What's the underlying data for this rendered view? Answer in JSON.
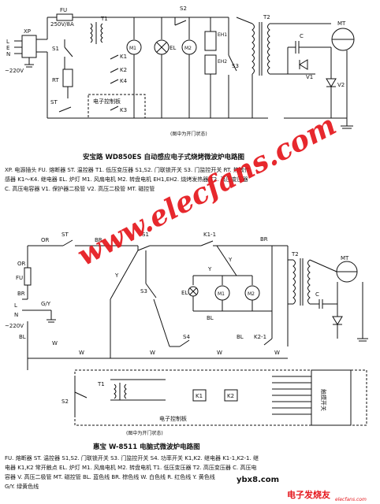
{
  "diagram1": {
    "caption": "安宝路 WD850ES 自动感应电子式烧烤微波炉电路图",
    "note": "(图中为开门状态)",
    "legend_line1": "XP. 电源插头  FU. 熔断器  ST. 温控器  T1. 低压变压器  S1,S2. 门联锁开关  S3. 门监控开关  RT. 热敏传",
    "legend_line2": "感器  K1～K4. 继电器  EL. 炉灯  M1. 风扇电机  M2. 转盘电机  EH1,EH2. 烧烤发热器  T2. 高压变压器",
    "legend_line3": "C. 高压电容器  V1. 保护器二极管  V2. 高压二极管  MT. 磁控管",
    "labels": {
      "fu": "FU",
      "fu_rating": "250V/8A",
      "xp": "XP",
      "L": "L",
      "E": "E",
      "N": "N",
      "voltage": "~220V",
      "s1": "S1",
      "s2": "S2",
      "s3": "S3",
      "rt": "RT",
      "st": "ST",
      "t1": "T1",
      "t2": "T2",
      "k1": "K1",
      "k2": "K2",
      "k3": "K3",
      "k4": "K4",
      "m1": "M1",
      "m2": "M2",
      "el": "EL",
      "eh1": "EH1",
      "eh2": "EH2",
      "c": "C",
      "v1": "V1",
      "v2": "V2",
      "mt": "MT",
      "control_board": "电子控制板"
    }
  },
  "diagram2": {
    "caption": "惠宝 W-8511 电脑式微波炉电路图",
    "note": "(图中为开门状态)",
    "legend_line1": "FU. 熔断器  ST. 温控器  S1,S2. 门联锁开关  S3. 门监控开关  S4. 功率开关  K1,K2. 继电器  K1-1,K2-1. 继",
    "legend_line2": "电器 K1,K2 常开触点  EL. 炉灯  M1. 风扇电机  M2. 转盘电机  T1. 低压变压器  T2. 高压变压器  C. 高压电",
    "legend_line3": "容器  V. 高压二极管  MT. 磁控管  BL. 蓝色线  BR. 棕色线  W. 白色线  R. 红色线  Y. 黄色线",
    "legend_line4": "G/Y. 绿黄色线",
    "labels": {
      "or_top": "OR",
      "st": "ST",
      "br_top": "BR",
      "s1": "S1",
      "k11": "K1-1",
      "br_right": "BR",
      "fu": "FU",
      "br_left": "BR",
      "or_left": "OR",
      "gy": "G/Y",
      "L": "L",
      "N": "N",
      "voltage": "~220V",
      "bl_left": "BL",
      "y1": "Y",
      "y2": "Y",
      "y3": "Y",
      "s3": "S3",
      "el": "EL",
      "m1": "M1",
      "m2": "M2",
      "bl_mid": "BL",
      "bl_low": "BL",
      "s4": "S4",
      "k21": "K2-1",
      "w1": "W",
      "w2": "W",
      "w3": "W",
      "w4": "W",
      "w5": "W",
      "t1": "T1",
      "t2": "T2",
      "mt": "MT",
      "c": "C",
      "s2": "S2",
      "k1": "K1",
      "k2": "K2",
      "switch_box": "触摸开关",
      "control_board": "电子控制板"
    }
  },
  "watermark": "www.elecfans.com",
  "footer": {
    "site_code": "ybx8.com",
    "brand": "电子发烧友",
    "brand_url": "elecfans.com"
  }
}
